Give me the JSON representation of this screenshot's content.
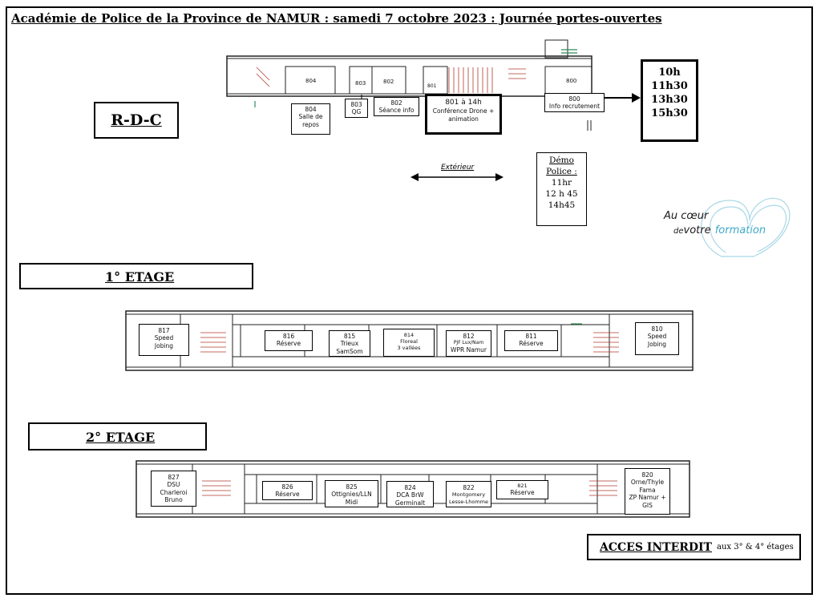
{
  "title": "Académie de Police de la Province de NAMUR : samedi 7 octobre 2023 : Journée portes-ouvertes",
  "rdc": {
    "label": "R-D-C",
    "plan_rooms": [
      "804",
      "803",
      "802",
      "801",
      "800"
    ],
    "callouts": {
      "r804": [
        "804",
        "Salle de",
        "repos"
      ],
      "r803": [
        "803",
        "QG"
      ],
      "r802": [
        "802",
        "Séance info"
      ],
      "r801": [
        "801 à 14h",
        "Conférence Drone +",
        "animation"
      ],
      "r800": [
        "800",
        "Info recrutement"
      ]
    },
    "times": [
      "10h",
      "11h30",
      "13h30",
      "15h30"
    ],
    "exterieur": "Extérieur",
    "demo": [
      "Démo",
      "Police :",
      "11hr",
      "12 h 45",
      "14h45"
    ]
  },
  "logo": {
    "line1": "Au cœur",
    "line2a": "de",
    "line2b": "votre",
    "line2c": "formation"
  },
  "etage1": {
    "label": "1° ETAGE",
    "rooms": {
      "r817": [
        "817",
        "Speed",
        "Jobing"
      ],
      "r816": [
        "816",
        "Réserve"
      ],
      "r815": [
        "815",
        "Trieux",
        "SamSom"
      ],
      "r814": [
        "814",
        "Floreal",
        "3 vallées"
      ],
      "r812": [
        "812",
        "PJF Lux/Nam",
        "WPR Namur"
      ],
      "r811": [
        "811",
        "Réserve"
      ],
      "r810": [
        "810",
        "Speed",
        "Jobing"
      ]
    }
  },
  "etage2": {
    "label": "2° ETAGE",
    "rooms": {
      "r827": [
        "827",
        "DSU",
        "Charleroi",
        "Bruno"
      ],
      "r826": [
        "826",
        "Réserve"
      ],
      "r825": [
        "825",
        "Ottignies/LLN",
        "Midi"
      ],
      "r824": [
        "824",
        "DCA BrW",
        "Germinalt"
      ],
      "r822": [
        "822",
        "Montgomery",
        "Lesse-Lhomme"
      ],
      "r821": [
        "821",
        "Réserve"
      ],
      "r820": [
        "820",
        "Orne/Thyle",
        "Fama",
        "ZP Namur +",
        "GIS"
      ]
    }
  },
  "acces": {
    "main": "ACCES INTERDIT",
    "sub": "aux 3° & 4° étages"
  },
  "colors": {
    "accent": "#3fa9c9",
    "stairs": "#c0392b",
    "green": "#2e8b57"
  }
}
